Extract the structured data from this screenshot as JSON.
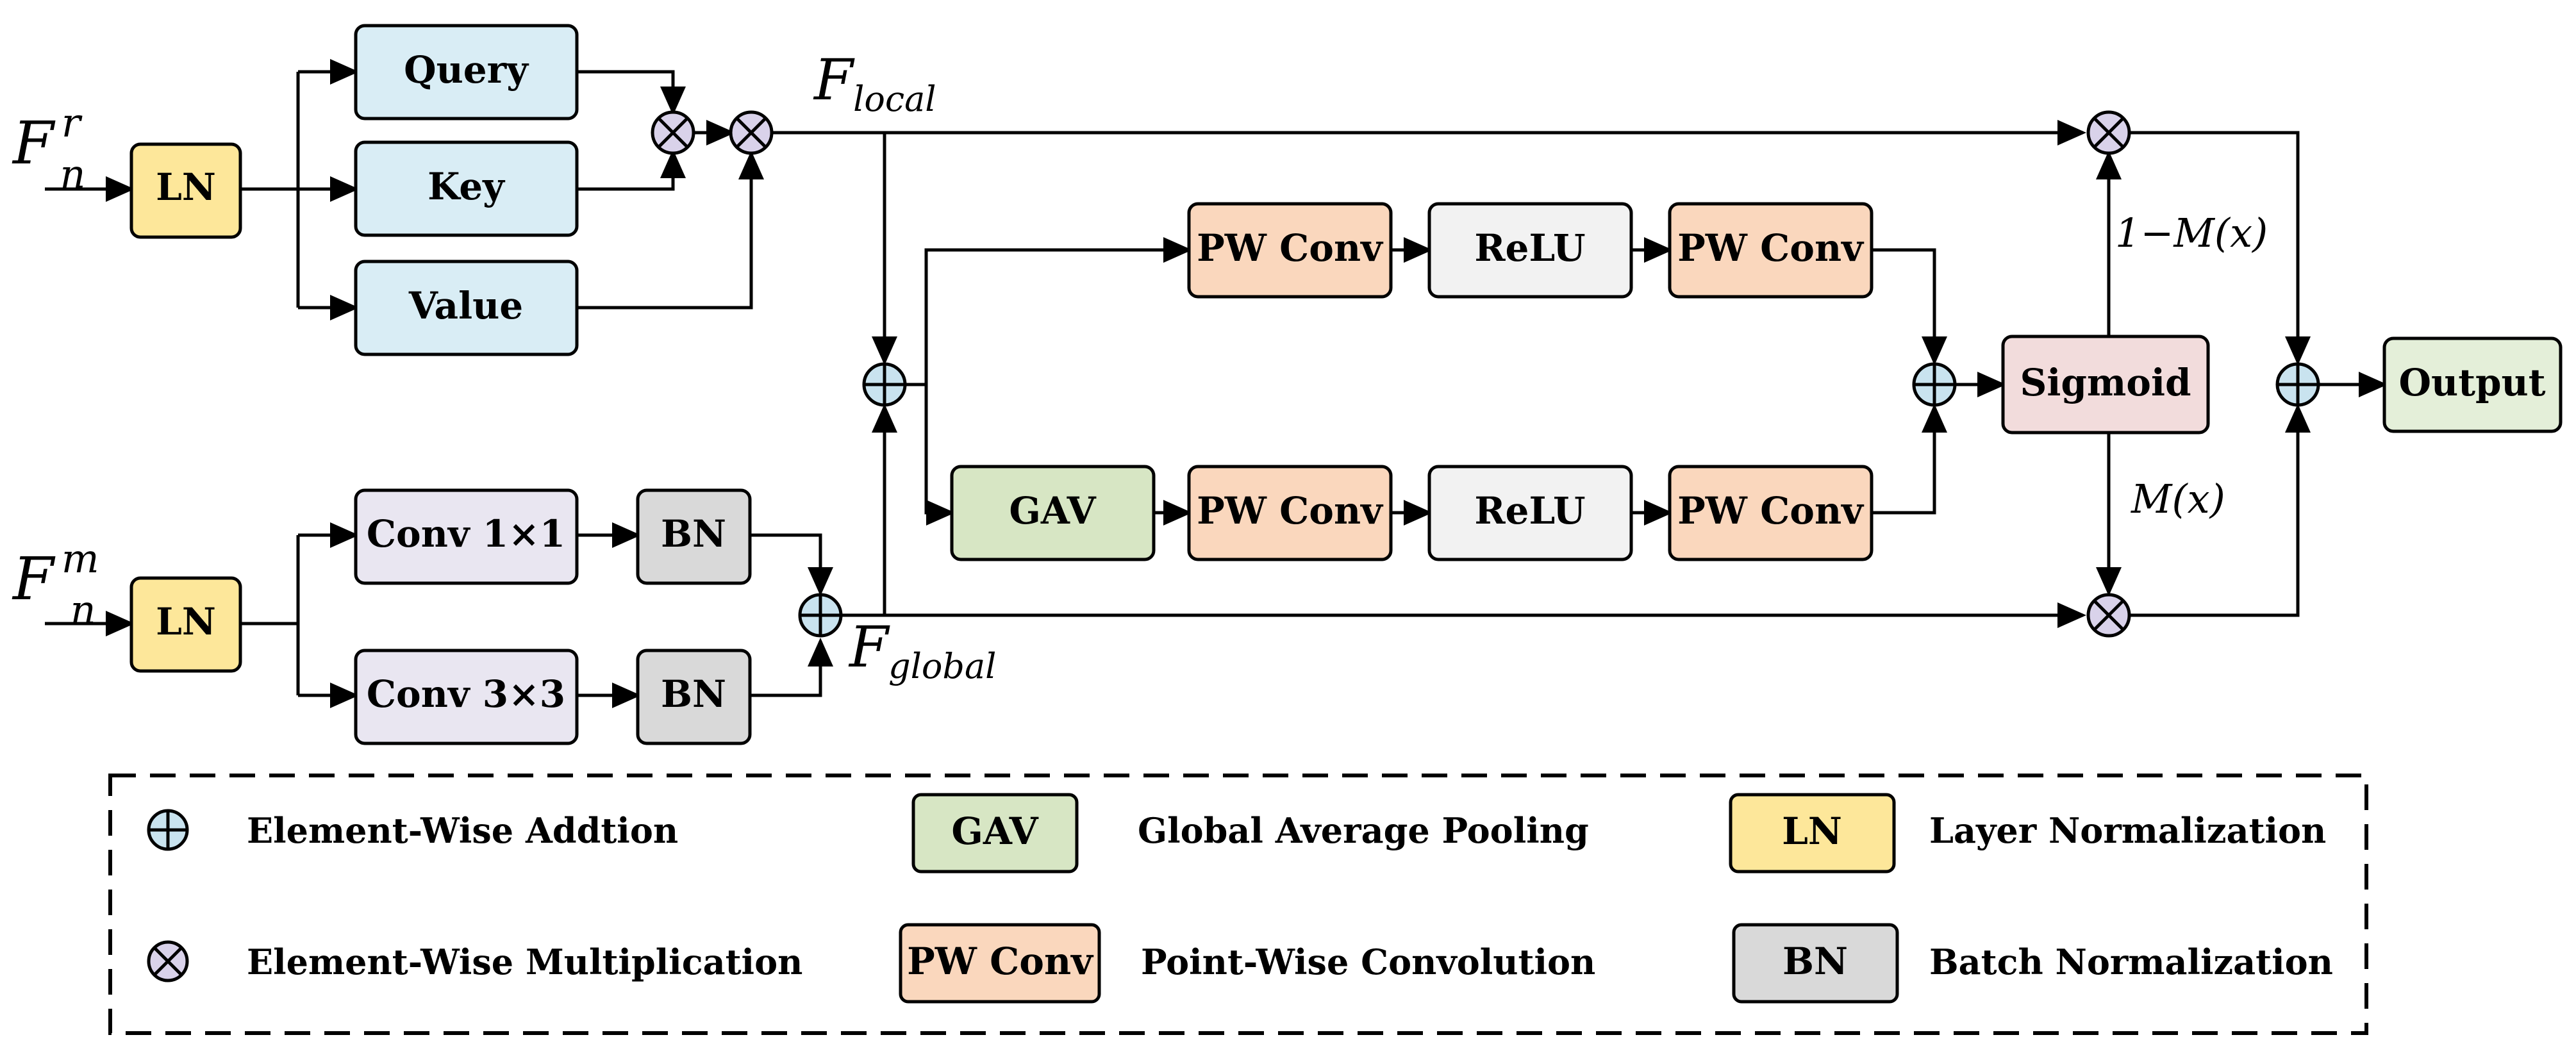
{
  "inputs": {
    "fr": {
      "base": "F",
      "sup": "r",
      "sub": "n"
    },
    "fm": {
      "base": "F",
      "sup": "m",
      "sub": "n"
    }
  },
  "labels": {
    "f_local": {
      "base": "F",
      "sub": "local"
    },
    "f_global": {
      "base": "F",
      "sub": "global"
    },
    "one_minus_mx": "1−M(x)",
    "mx": "M(x)"
  },
  "boxes": {
    "ln_top": "LN",
    "ln_bottom": "LN",
    "query": "Query",
    "key": "Key",
    "value": "Value",
    "conv1": "Conv 1×1",
    "conv3": "Conv 3×3",
    "bn_top": "BN",
    "bn_bottom": "BN",
    "pw1": "PW Conv",
    "relu1": "ReLU",
    "pw2": "PW Conv",
    "gav": "GAV",
    "pw3": "PW Conv",
    "relu2": "ReLU",
    "pw4": "PW Conv",
    "sigmoid": "Sigmoid",
    "output": "Output"
  },
  "legend": {
    "add": "Element-Wise Addtion",
    "mul": "Element-Wise Multiplication",
    "gav_box": "GAV",
    "gav_desc": "Global Average Pooling",
    "pw_box": "PW Conv",
    "pw_desc": "Point-Wise Convolution",
    "ln_box": "LN",
    "ln_desc": "Layer Normalization",
    "bn_box": "BN",
    "bn_desc": "Batch Normalization"
  },
  "colors": {
    "ln": "#fde79a",
    "qkv": "#d9edf5",
    "conv": "#e9e6f1",
    "bn": "#d9d9d9",
    "pw": "#fad7bd",
    "relu": "#f2f2f2",
    "gav": "#d7e6c4",
    "sigmoid": "#f2dcdc",
    "output": "#e4efd9",
    "add_op": "#c9e3ef",
    "mul_op": "#d9d2ea"
  }
}
